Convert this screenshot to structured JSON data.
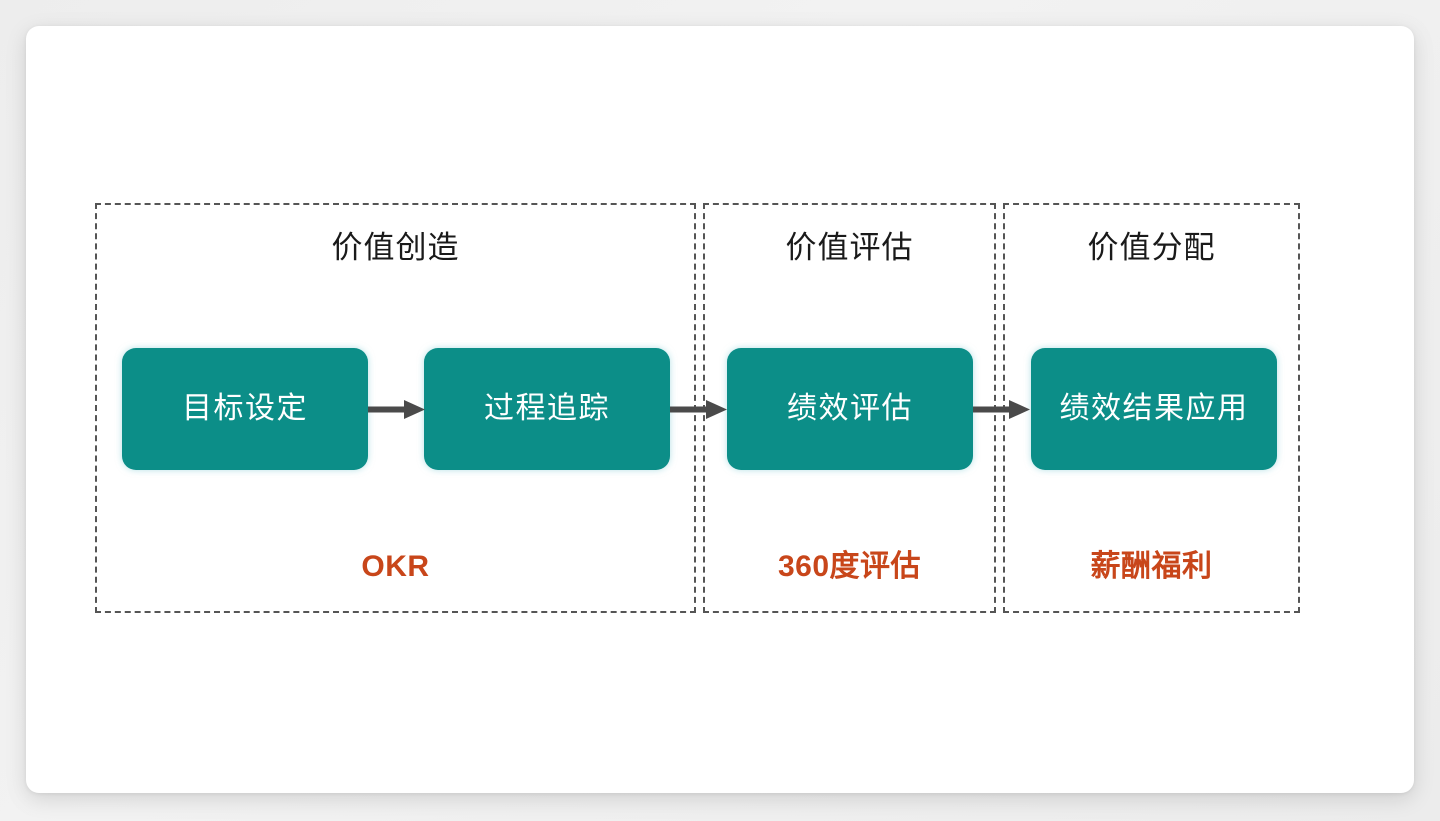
{
  "slide": {
    "background_color": "#ffffff",
    "canvas_color": "#eeeeee"
  },
  "diagram": {
    "type": "process-flow",
    "accent_teal": "#0c8e88",
    "accent_orange": "#c8461a",
    "arrow_color": "#4a4a4a",
    "phases": [
      {
        "id": "value-creation",
        "title": "价值创造",
        "tag": "OKR",
        "steps": [
          "目标设定",
          "过程追踪"
        ]
      },
      {
        "id": "value-assessment",
        "title": "价值评估",
        "tag": "360度评估",
        "steps": [
          "绩效评估"
        ]
      },
      {
        "id": "value-distribution",
        "title": "价值分配",
        "tag": "薪酬福利",
        "steps": [
          "绩效结果应用"
        ]
      }
    ],
    "steps_flat": [
      "目标设定",
      "过程追踪",
      "绩效评估",
      "绩效结果应用"
    ],
    "arrows": [
      {
        "from": "目标设定",
        "to": "过程追踪"
      },
      {
        "from": "过程追踪",
        "to": "绩效评估"
      },
      {
        "from": "绩效评估",
        "to": "绩效结果应用"
      }
    ]
  }
}
